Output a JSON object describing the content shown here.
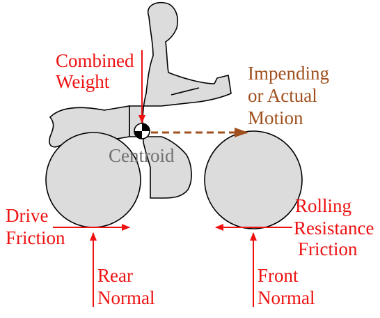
{
  "labels": {
    "combined_weight": [
      "Combined",
      "Weight"
    ],
    "impending_motion": [
      "Impending",
      "or Actual",
      "Motion"
    ],
    "centroid": "Centroid",
    "drive_friction": [
      "Drive",
      "Friction"
    ],
    "rolling_resistance": [
      "Rolling",
      "Resistance",
      "Friction"
    ],
    "rear_normal": [
      "Rear",
      "Normal"
    ],
    "front_normal": [
      "Front",
      "Normal"
    ]
  },
  "colors": {
    "force_red": "#ee1111",
    "motion_brown": "#a0501e",
    "centroid_gray": "#707070",
    "body_fill": "#dcdcdc",
    "outline": "#000000"
  }
}
